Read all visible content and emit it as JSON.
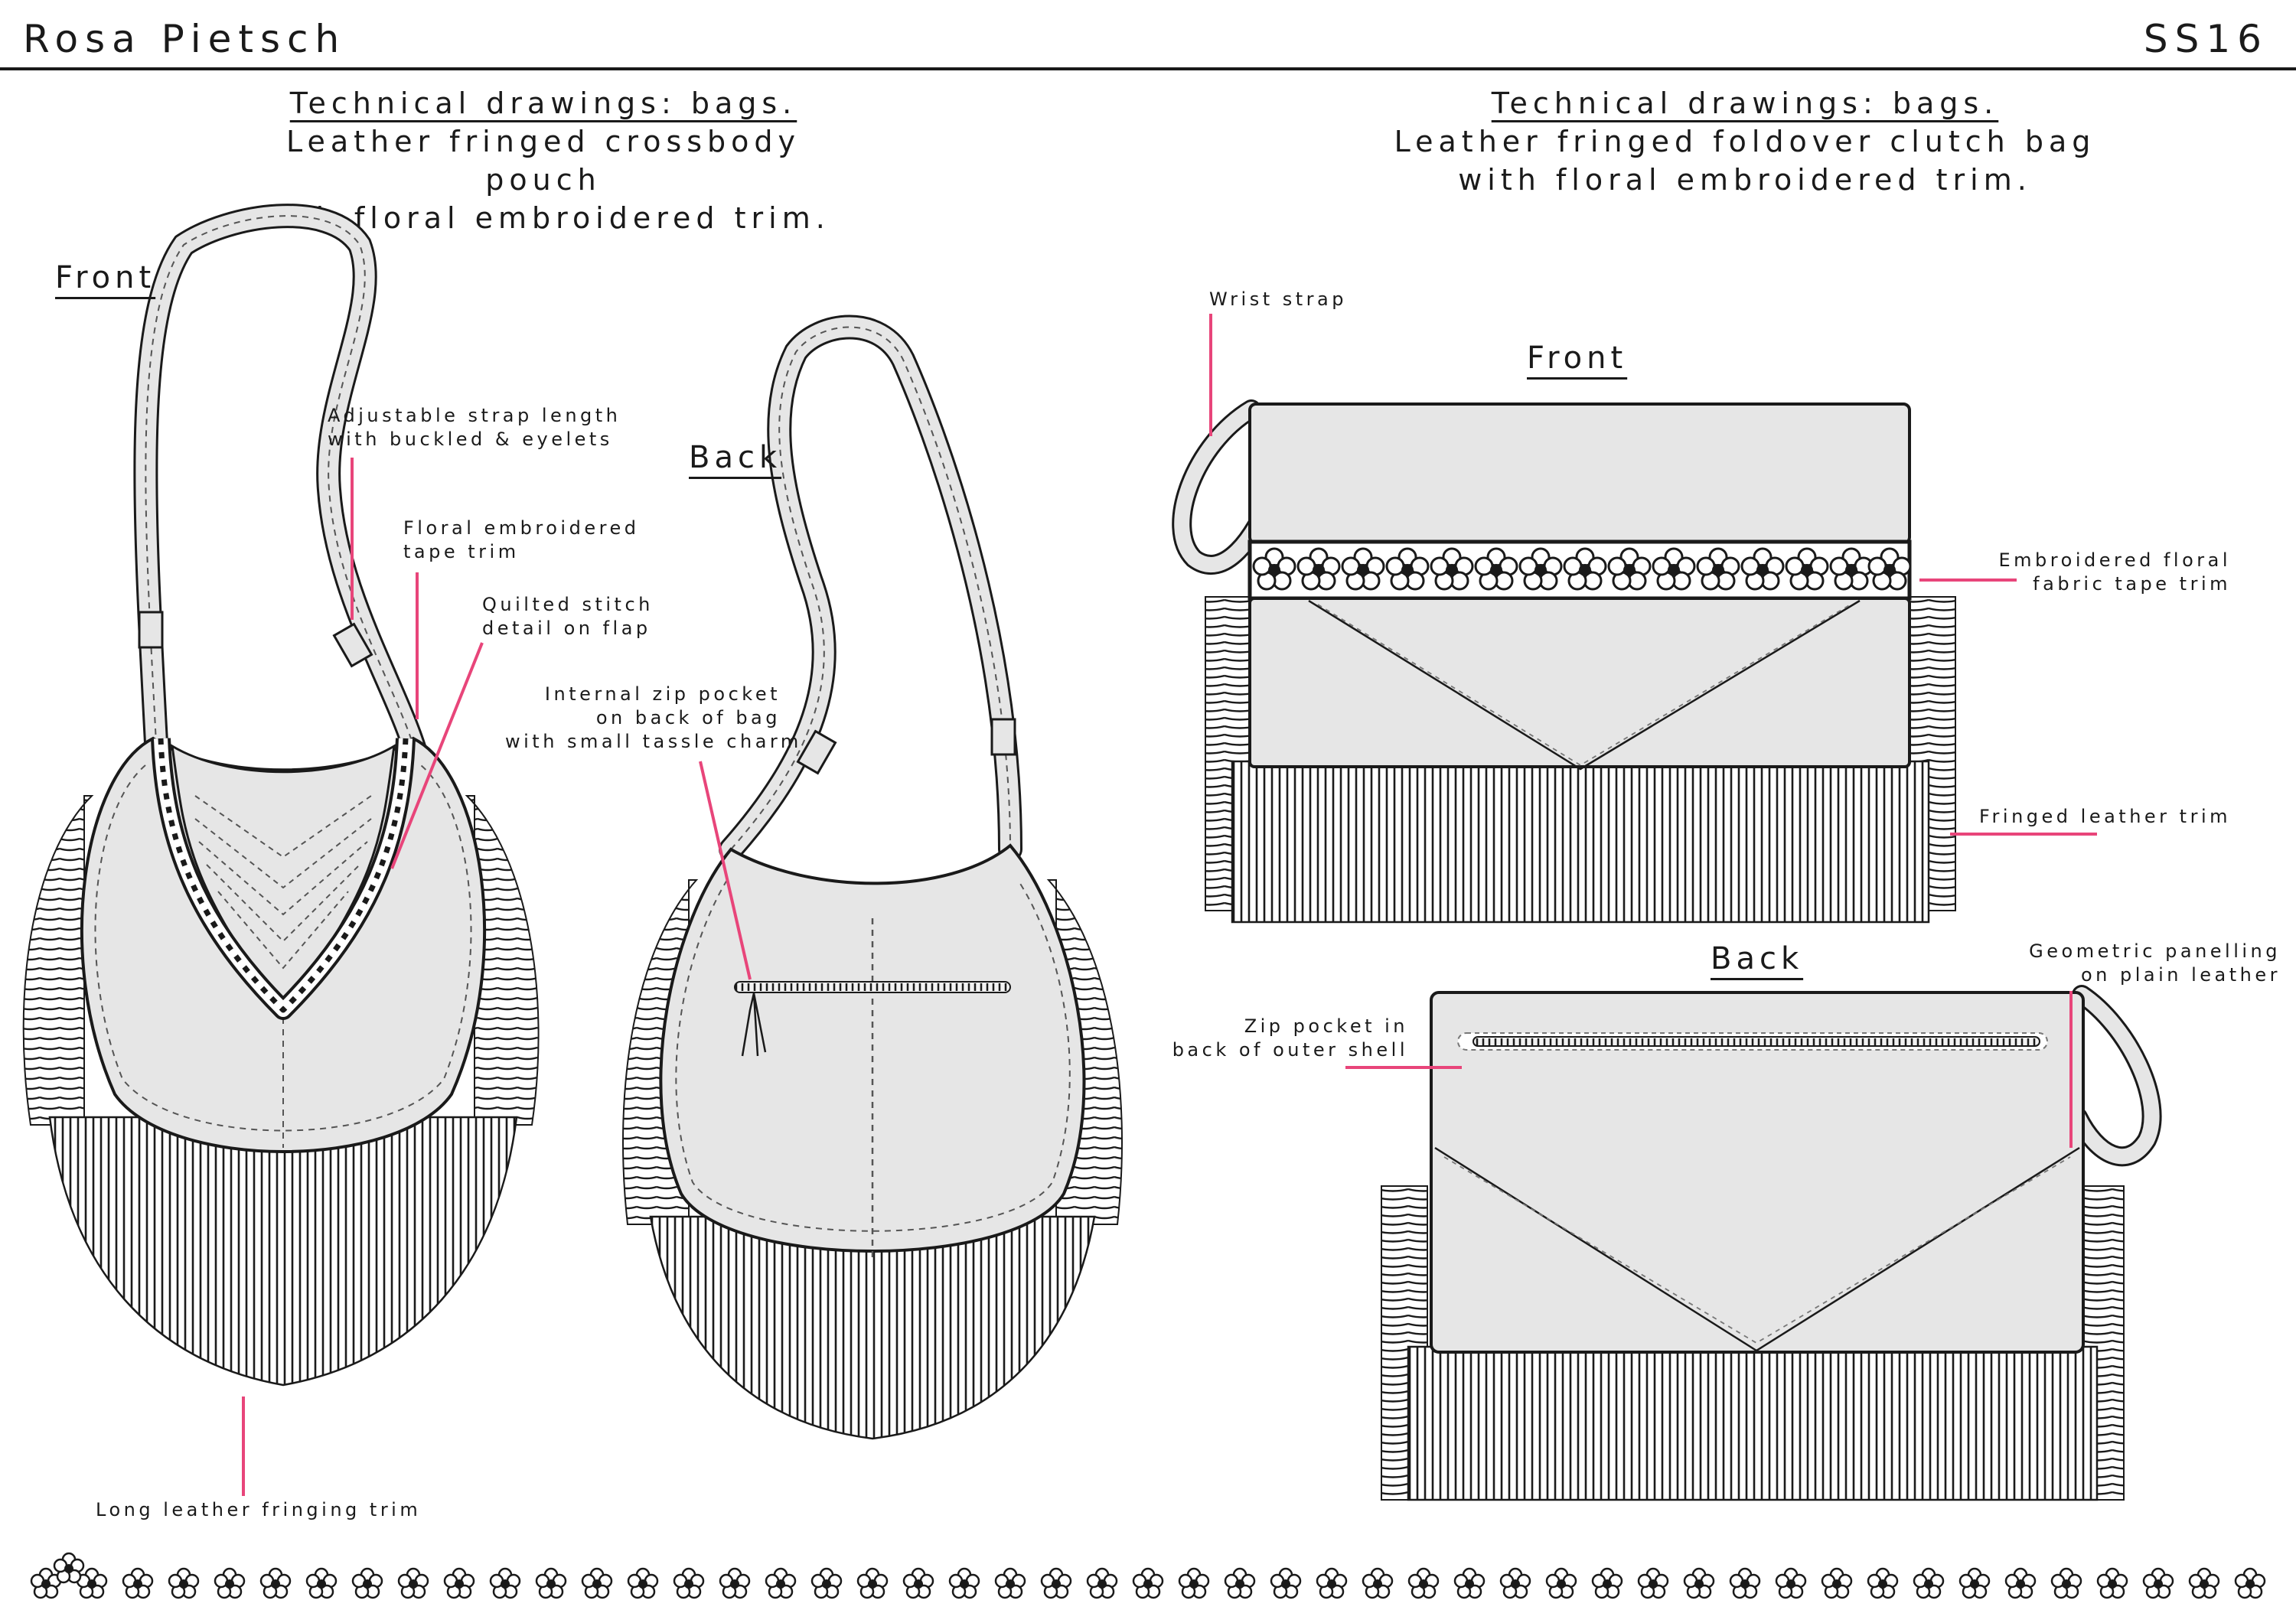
{
  "header": {
    "designer": "Rosa Pietsch",
    "season": "SS16"
  },
  "left": {
    "title": "Technical drawings: bags.",
    "subtitle_line1": "Leather fringed crossbody pouch",
    "subtitle_line2": "with floral embroidered trim.",
    "front_label": "Front",
    "back_label": "Back",
    "callouts": {
      "strap_l1": "Adjustable strap length",
      "strap_l2": "with buckled & eyelets",
      "tape_l1": "Floral embroidered",
      "tape_l2": "tape trim",
      "quilt_l1": "Quilted stitch",
      "quilt_l2": "detail on flap",
      "zip_l1": "Internal zip pocket",
      "zip_l2": "on back of bag",
      "zip_l3": "with small tassle charm",
      "fringe": "Long leather fringing trim"
    }
  },
  "right": {
    "title": "Technical drawings: bags.",
    "subtitle_line1": "Leather fringed foldover clutch bag",
    "subtitle_line2": "with floral embroidered trim.",
    "front_label": "Front",
    "back_label": "Back",
    "callouts": {
      "wrist": "Wrist strap",
      "emb_l1": "Embroidered floral",
      "emb_l2": "fabric tape trim",
      "fringe": "Fringed leather trim",
      "geo_l1": "Geometric panelling",
      "geo_l2": "on plain leather",
      "zip_l1": "Zip pocket in",
      "zip_l2": "back of outer shell"
    }
  },
  "colors": {
    "accent": "#e8457a",
    "fill": "#e6e6e6",
    "ink": "#1a1a1a"
  },
  "icons": {
    "footer": "floral-border-icon"
  }
}
